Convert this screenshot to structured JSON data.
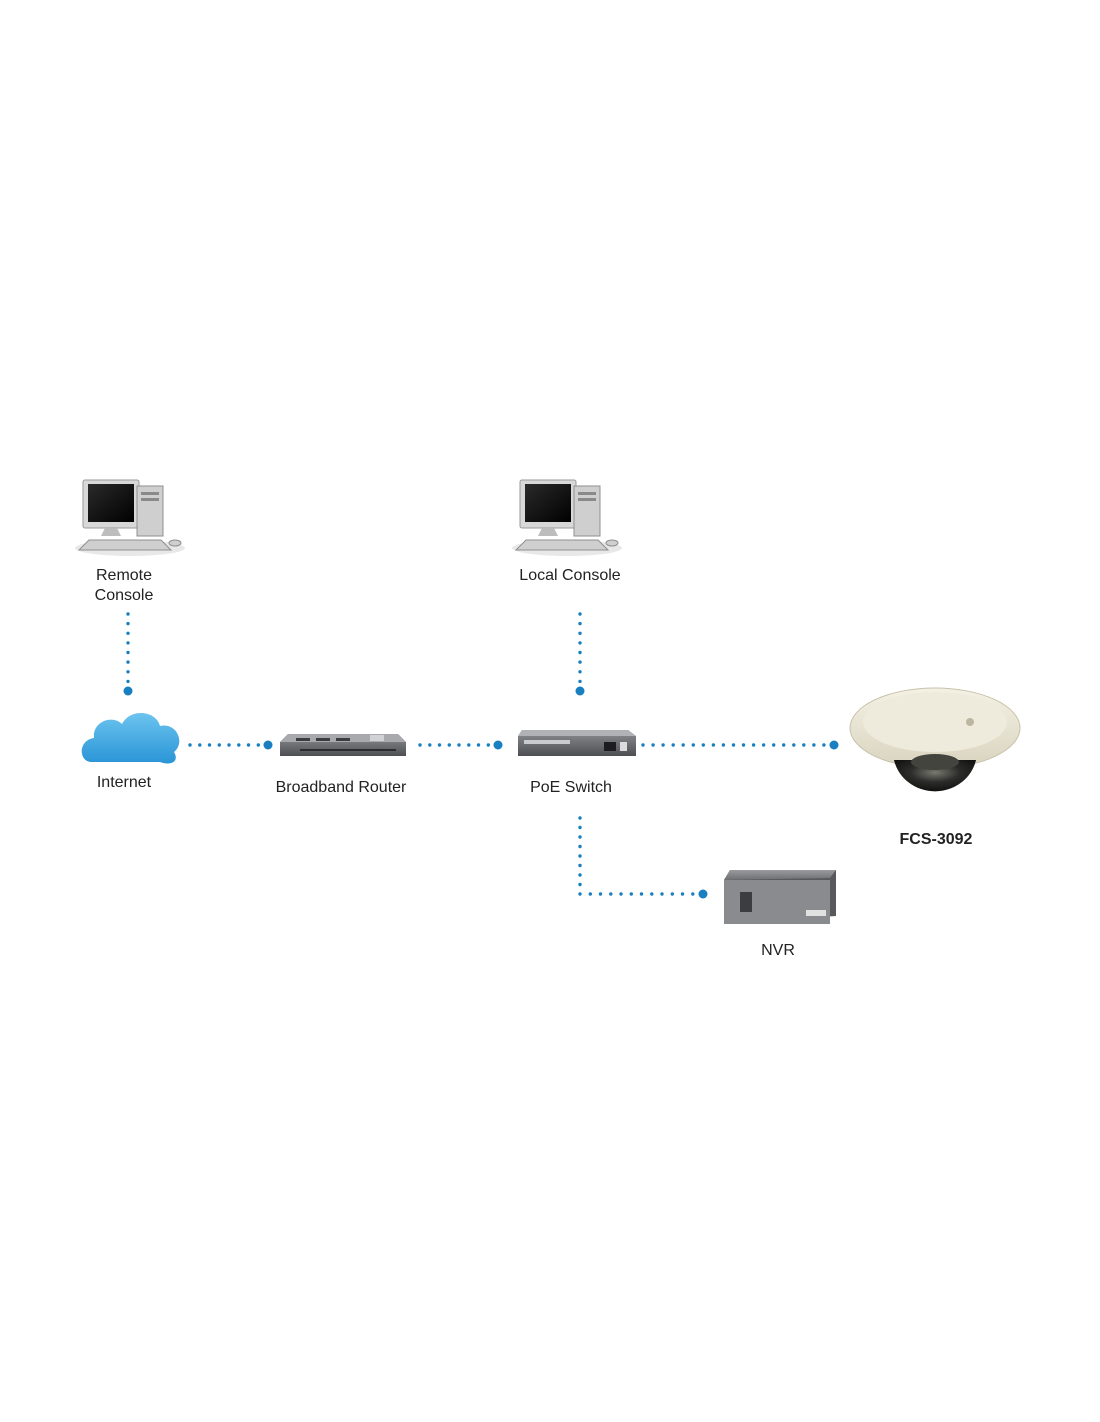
{
  "diagram": {
    "nodes": {
      "remote_console": {
        "label_line1": "Remote",
        "label_line2": "Console",
        "icon": "desktop-computer-icon"
      },
      "local_console": {
        "label": "Local Console",
        "icon": "desktop-computer-icon"
      },
      "internet": {
        "label": "Internet",
        "icon": "cloud-icon"
      },
      "router": {
        "label": "Broadband Router",
        "icon": "router-icon"
      },
      "poe_switch": {
        "label": "PoE Switch",
        "icon": "switch-icon"
      },
      "camera": {
        "label": "FCS-3092",
        "icon": "dome-camera-icon"
      },
      "nvr": {
        "label": "NVR",
        "icon": "nvr-icon"
      }
    },
    "connections": [
      {
        "from": "remote_console",
        "to": "internet"
      },
      {
        "from": "internet",
        "to": "router"
      },
      {
        "from": "router",
        "to": "poe_switch"
      },
      {
        "from": "local_console",
        "to": "poe_switch"
      },
      {
        "from": "poe_switch",
        "to": "camera"
      },
      {
        "from": "poe_switch",
        "to": "nvr"
      }
    ],
    "colors": {
      "link": "#1a7fc1",
      "cloud": "#3fa9e0",
      "text": "#222222"
    }
  }
}
